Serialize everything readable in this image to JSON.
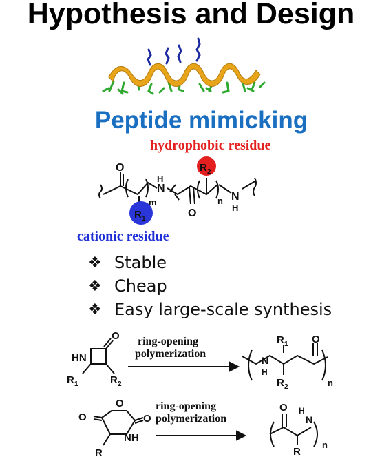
{
  "title": "Hypothesis and Design",
  "subtitle": "Peptide mimicking",
  "labels": {
    "hydrophobic": "hydrophobic residue",
    "cationic": "cationic residue"
  },
  "bullets": [
    "Stable",
    "Cheap",
    "Easy large-scale synthesis"
  ],
  "bullet_icon": "diamond-bullet-icon",
  "structure": {
    "o": "O",
    "nh_n": "N",
    "nh_h": "H",
    "r1": "R",
    "r1_sub": "1",
    "r2": "R",
    "r2_sub": "2",
    "m": "m",
    "n": "n"
  },
  "reaction1": {
    "line1": "ring-opening",
    "line2": "polymerization",
    "hn": "HN",
    "o": "O",
    "r1": "R",
    "r1_sub": "1",
    "r2": "R",
    "r2_sub": "2",
    "prod_r1": "R",
    "prod_r1_sub": "1",
    "prod_r2": "R",
    "prod_r2_sub": "2",
    "prod_o": "O",
    "prod_n": "N",
    "prod_h": "H",
    "n": "n"
  },
  "reaction2": {
    "line1": "ring-opening",
    "line2": "polymerization",
    "o_left": "O",
    "o_ring": "O",
    "o_right": "O",
    "nh": "NH",
    "r": "R",
    "prod_o": "O",
    "prod_n": "N",
    "prod_h": "H",
    "prod_r": "R",
    "n": "n"
  },
  "colors": {
    "title": "#000000",
    "subtitle": "#1a6fc1",
    "hydrophobic": "#e41f1f",
    "cationic": "#1d2fd6",
    "helix": "#e8a51a",
    "helix_side_green": "#2fa82f",
    "helix_side_blue": "#1c2aa0"
  }
}
